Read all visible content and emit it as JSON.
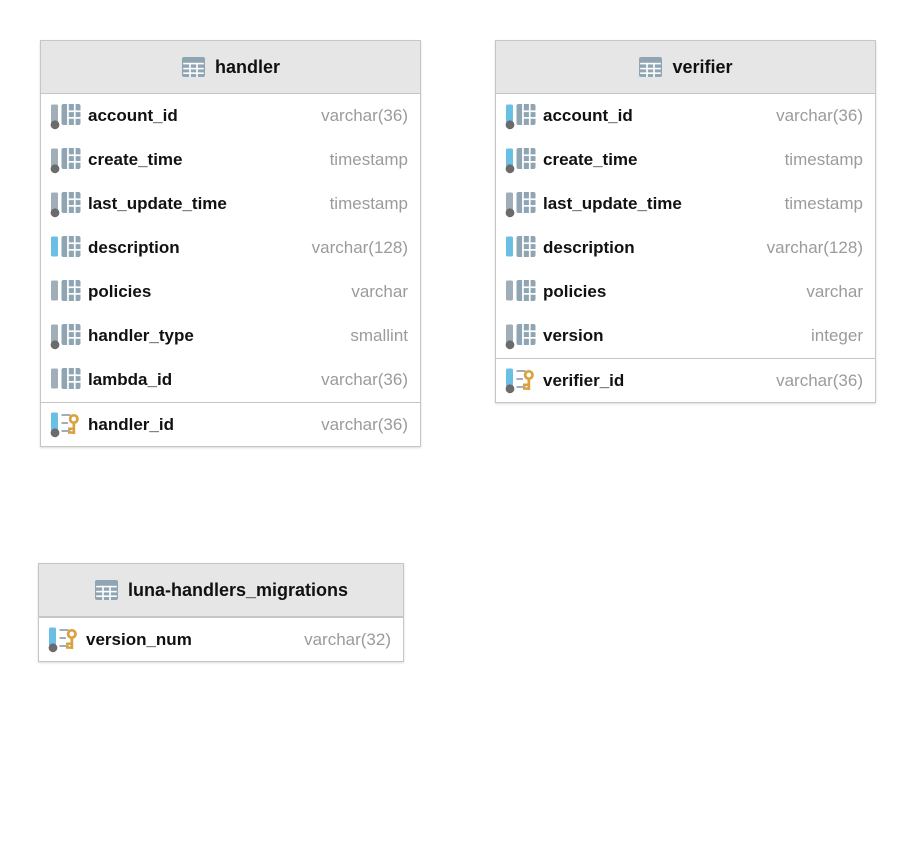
{
  "app": {
    "view": "database-diagram"
  },
  "colors": {
    "header_bg": "#e6e6e6",
    "table_border": "#c6c6c6",
    "row_bg": "#ffffff",
    "name_text": "#111111",
    "type_text": "#9b9b9b",
    "icon_gray_bar": "#9faeb8",
    "icon_blue_bar": "#6ac0e4",
    "icon_grid": "#8fa5b3",
    "not_null_dot": "#6b6b6b",
    "key_gold": "#d9a23f"
  },
  "icons": {
    "header": "table-icon",
    "column": "column-icon",
    "primary_key": "key-icon",
    "not_null_marker": "dot-badge",
    "index_marker": "blue-bar-badge"
  },
  "tables": [
    {
      "title": "handler",
      "columns": [
        {
          "name": "account_id",
          "type": "varchar(36)",
          "bar": "gray",
          "not_null": true,
          "pk": false
        },
        {
          "name": "create_time",
          "type": "timestamp",
          "bar": "gray",
          "not_null": true,
          "pk": false
        },
        {
          "name": "last_update_time",
          "type": "timestamp",
          "bar": "gray",
          "not_null": true,
          "pk": false
        },
        {
          "name": "description",
          "type": "varchar(128)",
          "bar": "blue",
          "not_null": false,
          "pk": false
        },
        {
          "name": "policies",
          "type": "varchar",
          "bar": "gray",
          "not_null": false,
          "pk": false
        },
        {
          "name": "handler_type",
          "type": "smallint",
          "bar": "gray",
          "not_null": true,
          "pk": false
        },
        {
          "name": "lambda_id",
          "type": "varchar(36)",
          "bar": "gray",
          "not_null": false,
          "pk": false
        },
        {
          "name": "handler_id",
          "type": "varchar(36)",
          "bar": "blue",
          "not_null": true,
          "pk": true
        }
      ]
    },
    {
      "title": "verifier",
      "columns": [
        {
          "name": "account_id",
          "type": "varchar(36)",
          "bar": "blue",
          "not_null": true,
          "pk": false
        },
        {
          "name": "create_time",
          "type": "timestamp",
          "bar": "blue",
          "not_null": true,
          "pk": false
        },
        {
          "name": "last_update_time",
          "type": "timestamp",
          "bar": "gray",
          "not_null": true,
          "pk": false
        },
        {
          "name": "description",
          "type": "varchar(128)",
          "bar": "blue",
          "not_null": false,
          "pk": false
        },
        {
          "name": "policies",
          "type": "varchar",
          "bar": "gray",
          "not_null": false,
          "pk": false
        },
        {
          "name": "version",
          "type": "integer",
          "bar": "gray",
          "not_null": true,
          "pk": false
        },
        {
          "name": "verifier_id",
          "type": "varchar(36)",
          "bar": "blue",
          "not_null": true,
          "pk": true
        }
      ]
    },
    {
      "title": "luna-handlers_migrations",
      "columns": [
        {
          "name": "version_num",
          "type": "varchar(32)",
          "bar": "blue",
          "not_null": true,
          "pk": true
        }
      ]
    }
  ]
}
